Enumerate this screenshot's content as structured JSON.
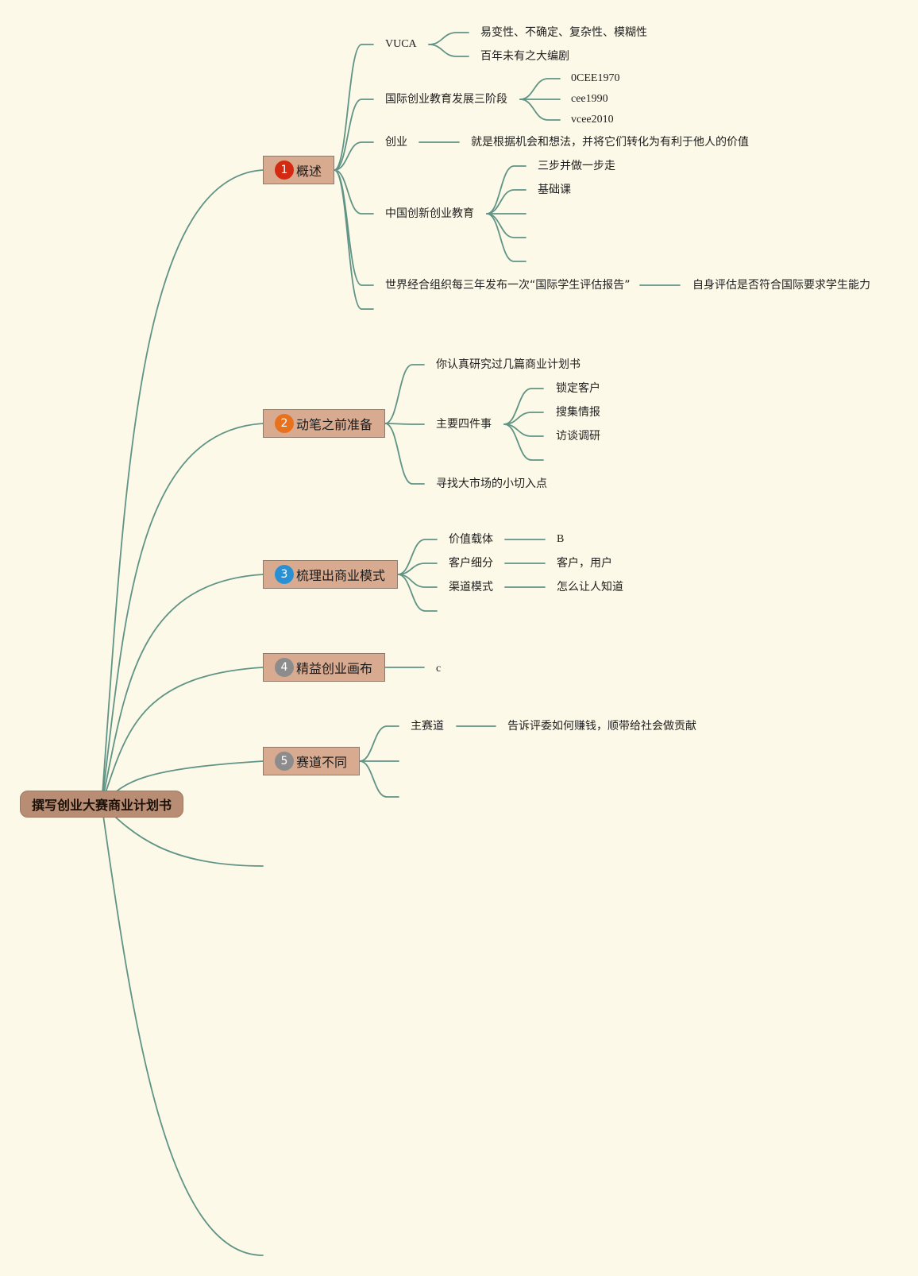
{
  "root": {
    "label": "撰写创业大赛商业计划书"
  },
  "colors": {
    "background": "#fdf9e8",
    "link": "#5f9486",
    "root_fill": "#b88d74",
    "topic_fill": "#d8ab91",
    "badge_red": "#d42a12",
    "badge_orange": "#e8711e",
    "badge_blue": "#2a90d4",
    "badge_gray": "#8c8c8c"
  },
  "topics": [
    {
      "number": "1",
      "label": "概述"
    },
    {
      "number": "2",
      "label": "动笔之前准备"
    },
    {
      "number": "3",
      "label": "梳理出商业模式"
    },
    {
      "number": "4",
      "label": "精益创业画布"
    },
    {
      "number": "5",
      "label": "赛道不同"
    }
  ],
  "overview": {
    "vuca": {
      "label": "VUCA",
      "children": [
        "易变性、不确定、复杂性、模糊性",
        "百年未有之大编剧"
      ]
    },
    "stages": {
      "label": "国际创业教育发展三阶段",
      "children": [
        "0CEE1970",
        "cee1990",
        "vcee2010"
      ]
    },
    "entrepreneurship": {
      "label": "创业",
      "detail": "就是根据机会和想法，并将它们转化为有利于他人的价值"
    },
    "china": {
      "label": "中国创新创业教育",
      "children": [
        "三步并做一步走",
        "基础课"
      ]
    },
    "report": {
      "label": "世界经合组织每三年发布一次“国际学生评估报告”",
      "detail": "自身评估是否符合国际要求学生能力"
    }
  },
  "prep": {
    "research": "你认真研究过几篇商业计划书",
    "four": {
      "label": "主要四件事",
      "children": [
        "锁定客户",
        "搜集情报",
        "访谈调研"
      ]
    },
    "niche": "寻找大市场的小切入点"
  },
  "model": {
    "rows": [
      {
        "label": "价值载体",
        "value": "B"
      },
      {
        "label": "客户细分",
        "value": "客户，用户"
      },
      {
        "label": "渠道模式",
        "value": "怎么让人知道"
      }
    ]
  },
  "canvas": {
    "child": "c"
  },
  "track": {
    "main": {
      "label": "主赛道",
      "detail": "告诉评委如何赚钱，顺带给社会做贡献"
    }
  }
}
